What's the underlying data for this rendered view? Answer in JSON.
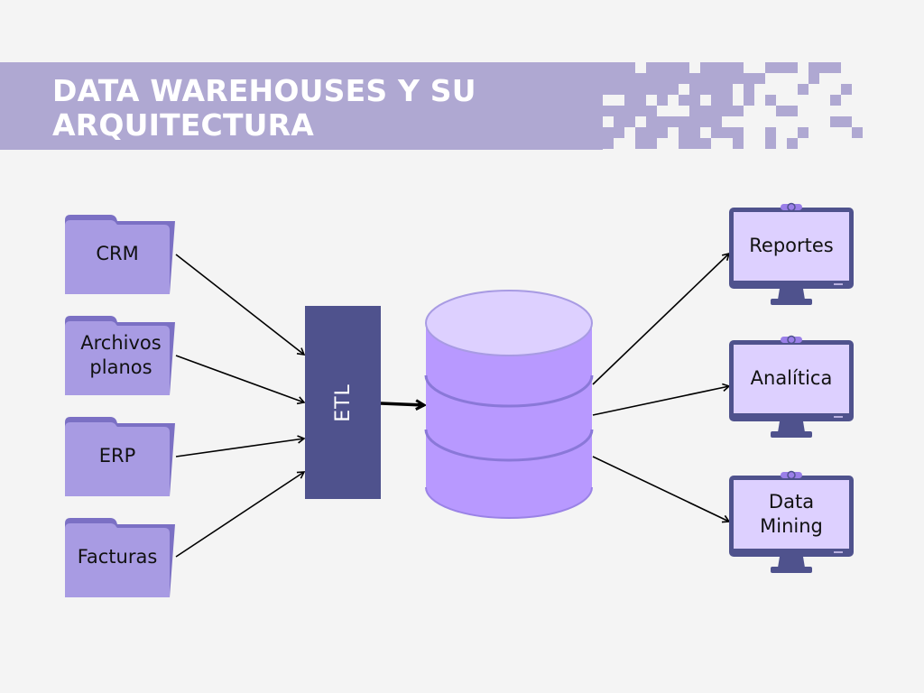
{
  "header": {
    "title_line1": "DATA WAREHOUSES Y SU",
    "title_line2": "ARQUITECTURA"
  },
  "sources": [
    {
      "label": "CRM",
      "icon": "folder-icon"
    },
    {
      "label": "Archivos planos",
      "icon": "folder-icon"
    },
    {
      "label": "ERP",
      "icon": "folder-icon"
    },
    {
      "label": "Facturas",
      "icon": "folder-icon"
    }
  ],
  "process": {
    "label": "ETL"
  },
  "storage": {
    "icon": "database-icon",
    "label": ""
  },
  "outputs": [
    {
      "label": "Reportes",
      "icon": "monitor-icon"
    },
    {
      "label": "Analítica",
      "icon": "monitor-icon"
    },
    {
      "label": "Data Mining",
      "icon": "monitor-icon"
    }
  ],
  "colors": {
    "banner": "#afa8d2",
    "folder_front": "#a89be3",
    "folder_back": "#7b70c4",
    "etl": "#4f528d",
    "db_top": "#ddd0ff",
    "db_body": "#b899ff",
    "monitor_frame": "#4f528d",
    "monitor_screen": "#ddd0ff",
    "background": "#f4f4f4"
  }
}
